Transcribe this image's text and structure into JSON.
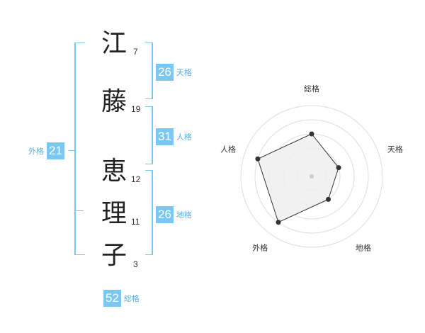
{
  "characters": [
    {
      "char": "江",
      "strokes": "7"
    },
    {
      "char": "藤",
      "strokes": "19"
    },
    {
      "char": "恵",
      "strokes": "12"
    },
    {
      "char": "理",
      "strokes": "11"
    },
    {
      "char": "子",
      "strokes": "3"
    }
  ],
  "fortunes": {
    "tenkaku": {
      "value": "26",
      "label": "天格"
    },
    "jinkaku": {
      "value": "31",
      "label": "人格"
    },
    "chikaku": {
      "value": "26",
      "label": "地格"
    },
    "gaikaku": {
      "value": "21",
      "label": "外格"
    },
    "soukaku": {
      "value": "52",
      "label": "総格"
    }
  },
  "chart_data": {
    "type": "radar",
    "categories": [
      "総格",
      "天格",
      "地格",
      "外格",
      "人格"
    ],
    "values": [
      3,
      2,
      2,
      4,
      4
    ],
    "max": 5,
    "rings": 5
  },
  "colors": {
    "accent": "#7cc7f1",
    "accent_text": "#5aaee0",
    "fill": "#eeeeee",
    "ring": "#dddddd",
    "line": "#333333"
  }
}
